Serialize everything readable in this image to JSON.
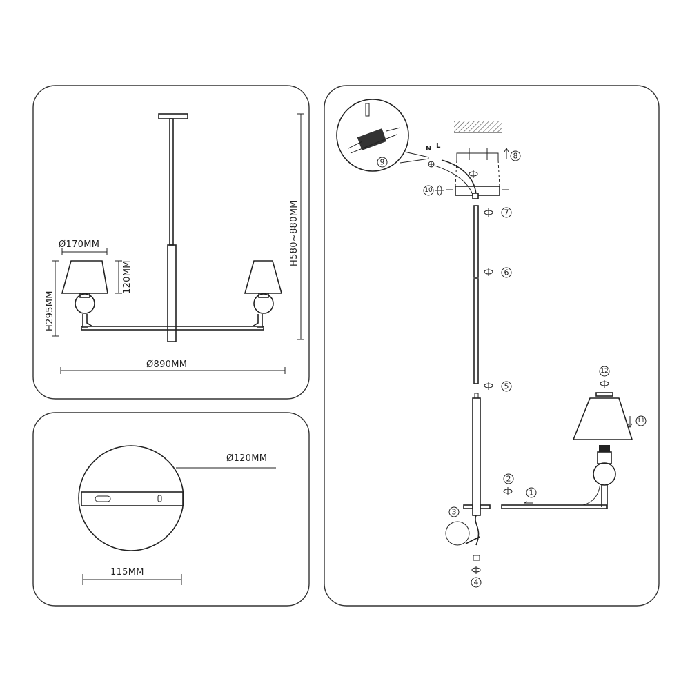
{
  "dimensions_panel": {
    "shade_diameter": "Ø170MM",
    "shade_height": "120MM",
    "arm_height": "H295MM",
    "total_height": "H580~880MM",
    "total_diameter": "Ø890MM"
  },
  "canopy_panel": {
    "canopy_diameter": "Ø120MM",
    "bracket_length": "115MM"
  },
  "assembly_panel": {
    "wire_labels": {
      "live": "L",
      "neutral": "N"
    },
    "steps": [
      "1",
      "2",
      "3",
      "4",
      "5",
      "6",
      "7",
      "8",
      "9",
      "10",
      "11",
      "12"
    ]
  }
}
